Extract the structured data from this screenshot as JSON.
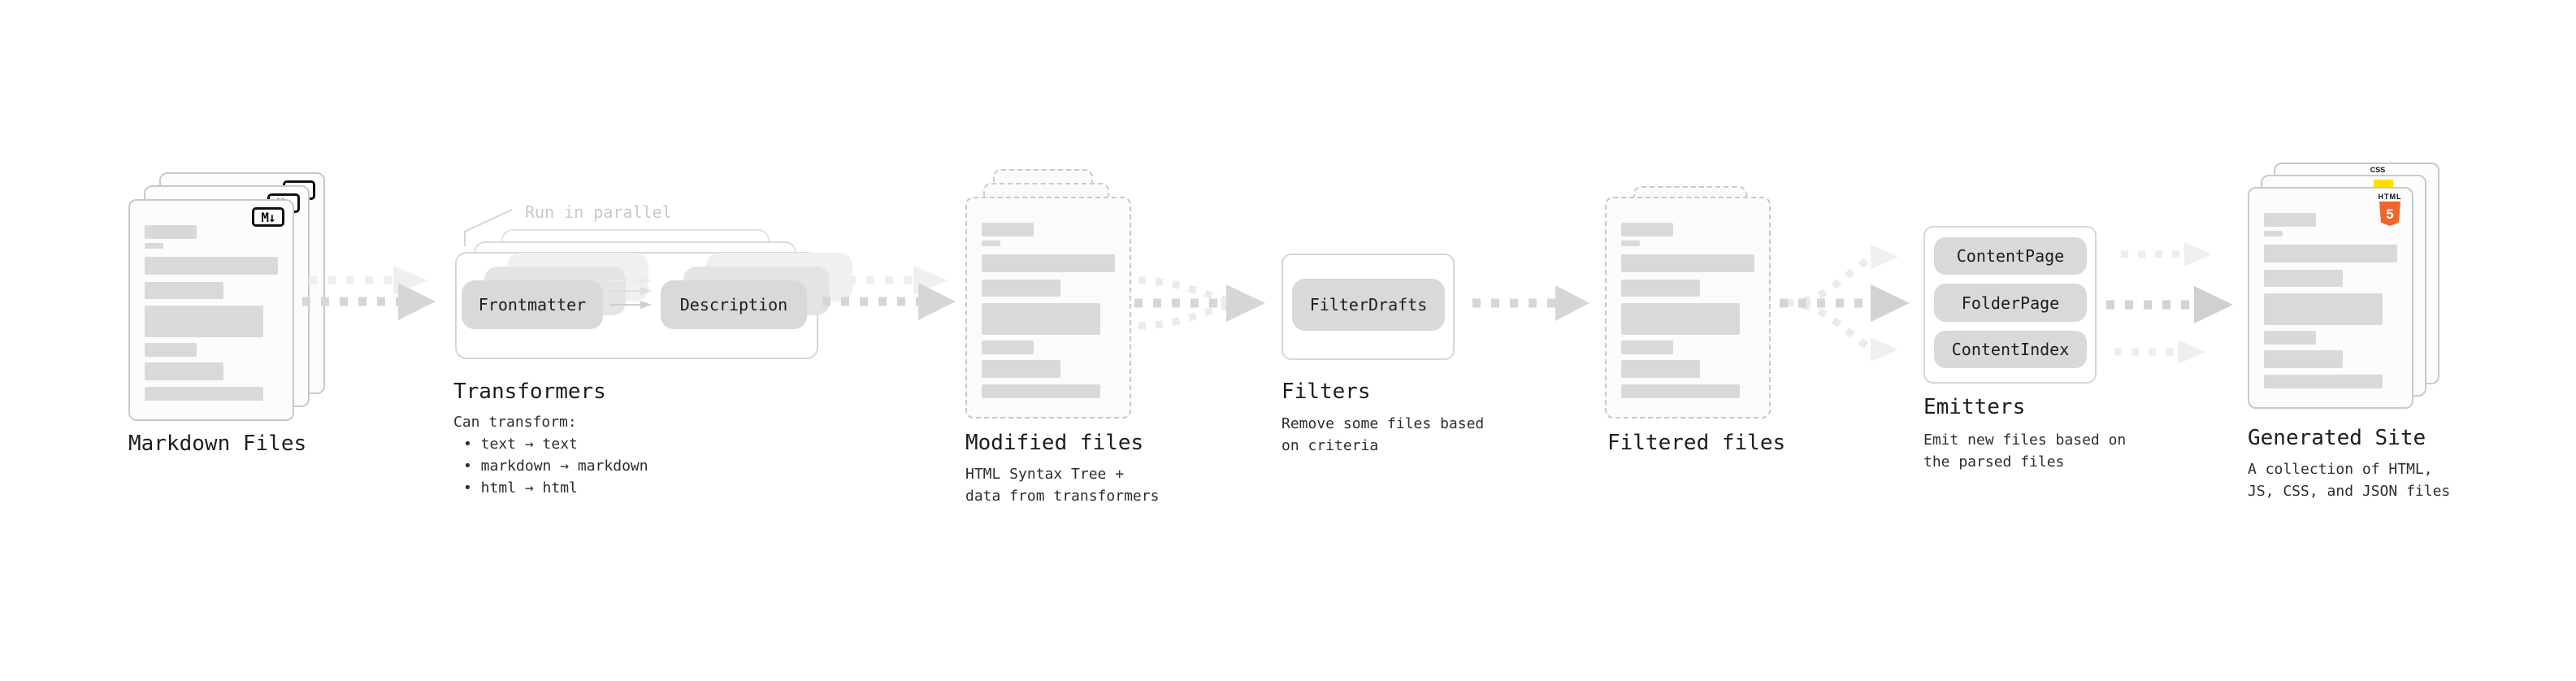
{
  "sections": {
    "markdown_files": {
      "title": "Markdown Files",
      "badge": "M↓"
    },
    "transformers": {
      "title": "Transformers",
      "note": "Run in parallel",
      "pills": [
        "Frontmatter",
        "Description"
      ],
      "desc_heading": "Can transform:",
      "bullets": [
        "• text → text",
        "• markdown → markdown",
        "• html → html"
      ]
    },
    "modified_files": {
      "title": "Modified files",
      "desc_line1": "HTML Syntax Tree +",
      "desc_line2": "data from transformers"
    },
    "filters": {
      "title": "Filters",
      "pill": "FilterDrafts",
      "desc_line1": "Remove some files based",
      "desc_line2": "on criteria"
    },
    "filtered_files": {
      "title": "Filtered files"
    },
    "emitters": {
      "title": "Emitters",
      "pills": [
        "ContentPage",
        "FolderPage",
        "ContentIndex"
      ],
      "desc_line1": "Emit new files based on",
      "desc_line2": "the parsed files"
    },
    "generated_site": {
      "title": "Generated Site",
      "desc_line1": "A collection of HTML,",
      "desc_line2": "JS, CSS, and JSON files",
      "badges": {
        "css": "CSS",
        "js": "JS",
        "html": {
          "label": "HTML",
          "number": "5"
        }
      }
    }
  },
  "colors": {
    "bar_gray": "#d9d9d9",
    "border_gray": "#c9c9c9",
    "arrow_dark": "#d6d6d6",
    "arrow_light": "#ececec",
    "html5_orange": "#ef652a",
    "js_yellow": "#ffdf00",
    "css_blue": "#2c63f1"
  }
}
